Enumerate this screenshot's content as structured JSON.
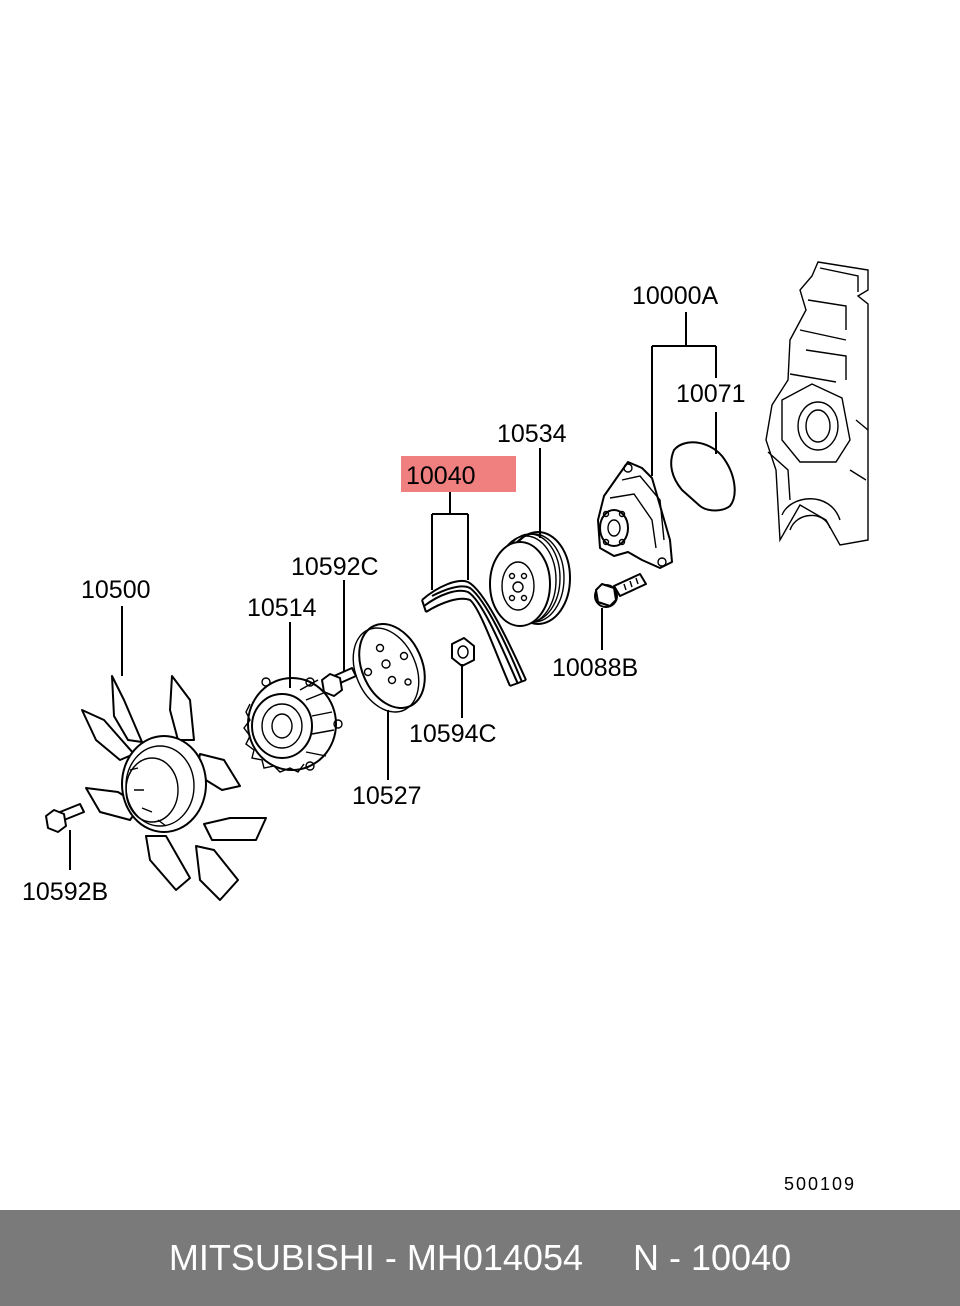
{
  "labels": {
    "l10000A": "10000A",
    "l10071": "10071",
    "l10534": "10534",
    "l10040": "10040",
    "l10592C": "10592C",
    "l10500": "10500",
    "l10514": "10514",
    "l10088B": "10088B",
    "l10594C": "10594C",
    "l10527": "10527",
    "l10592B": "10592B"
  },
  "highlight_color": "#f08080",
  "reference_number": "500109",
  "footer": {
    "text": "MITSUBISHI - MH014054     N - 10040"
  }
}
